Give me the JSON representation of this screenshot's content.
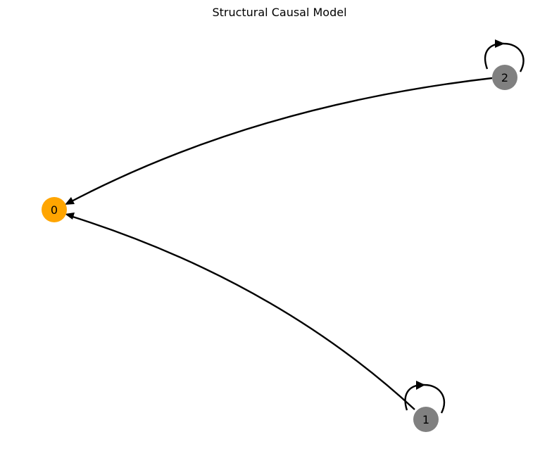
{
  "title": "Structural Causal Model",
  "nodes": [
    {
      "id": "0",
      "label": "0",
      "color": "#ffa500"
    },
    {
      "id": "1",
      "label": "1",
      "color": "#808080"
    },
    {
      "id": "2",
      "label": "2",
      "color": "#808080"
    }
  ],
  "edges": [
    {
      "source": "2",
      "target": "0"
    },
    {
      "source": "1",
      "target": "0"
    },
    {
      "source": "1",
      "target": "1"
    },
    {
      "source": "2",
      "target": "2"
    }
  ],
  "colors": {
    "edge": "#000000",
    "background": "#ffffff"
  }
}
